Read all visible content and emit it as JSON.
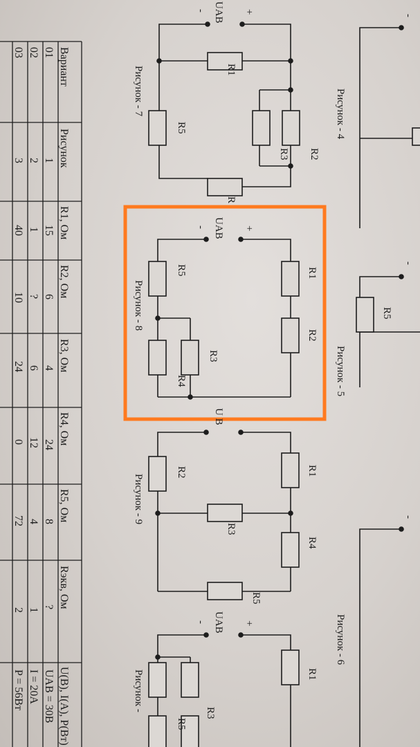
{
  "figures": {
    "fig4": "Рисунок - 4",
    "fig5": "Рисунок - 5",
    "fig6": "Рисунок - 6",
    "fig7": "Рисунок - 7",
    "fig8": "Рисунок - 8",
    "fig9": "Рисунок - 9",
    "figCut": "Рисунок -"
  },
  "labels": {
    "R1": "R1",
    "R2": "R2",
    "R3": "R3",
    "R4": "R4",
    "R5": "R5",
    "R": "R",
    "UAB": "UAB",
    "UB": "U  B",
    "plus": "+",
    "minus": "-"
  },
  "highlight": {
    "color": "#ff7a1f",
    "target": "Рисунок - 8"
  },
  "table": {
    "headers": [
      "Вариант",
      "Рисунок",
      "R1, Ом",
      "R2, Ом",
      "R3, Ом",
      "R4, Ом",
      "R5, Ом",
      "Rэкв, Ом",
      "U(B), I(A), P(Вт)"
    ],
    "rows": [
      [
        "01",
        "1",
        "15",
        "6",
        "4",
        "24",
        "8",
        "?",
        "UAB = 30B"
      ],
      [
        "02",
        "2",
        "1",
        "?",
        "6",
        "12",
        "4",
        "1",
        "I = 20A"
      ],
      [
        "03",
        "3",
        "40",
        "10",
        "24",
        "0",
        "72",
        "2",
        "P = 56Вт"
      ]
    ]
  }
}
